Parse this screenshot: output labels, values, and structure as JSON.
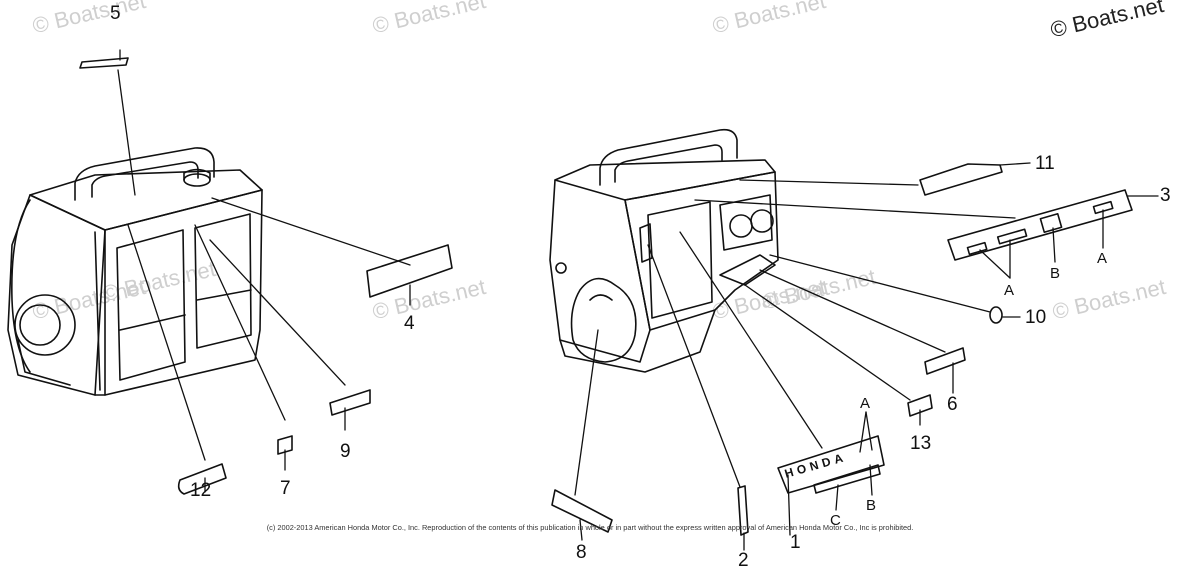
{
  "watermarks": [
    "© Boats.net",
    "© Boats.net",
    "© Boats.net",
    "© Boats.net",
    "© Boats.net",
    "© Boats.net",
    "© Boats.net",
    "© Boats.net",
    "© Boats.net"
  ],
  "watermark_corner": "© Boats.net",
  "callouts": [
    "1",
    "2",
    "3",
    "4",
    "5",
    "6",
    "7",
    "8",
    "9",
    "10",
    "11",
    "12",
    "13"
  ],
  "letters": {
    "a": "A",
    "b": "B",
    "c": "C"
  },
  "emblem_brand": "HONDA",
  "copyright": "(c) 2002-2013 American Honda Motor Co., Inc. Reproduction of the contents of this publication in whole or in part without the express written approval of American Honda Motor Co., Inc is prohibited."
}
